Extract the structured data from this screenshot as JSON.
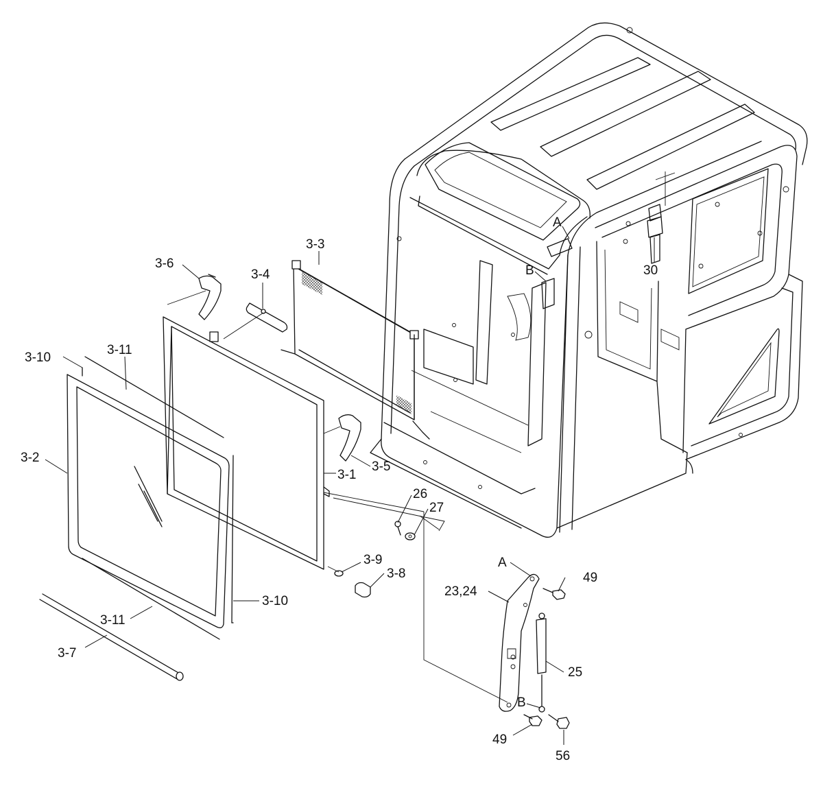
{
  "labels": {
    "p3_1": "3-1",
    "p3_2": "3-2",
    "p3_3": "3-3",
    "p3_4": "3-4",
    "p3_5": "3-5",
    "p3_6": "3-6",
    "p3_7": "3-7",
    "p3_8": "3-8",
    "p3_9": "3-9",
    "p3_10_top": "3-10",
    "p3_10_bottom": "3-10",
    "p3_11_top": "3-11",
    "p3_11_bottom": "3-11",
    "p23_24": "23,24",
    "p25": "25",
    "p26": "26",
    "p27": "27",
    "p30": "30",
    "p49_top": "49",
    "p49_bottom": "49",
    "p56": "56",
    "refA_cab": "A",
    "refB_cab": "B",
    "refA_bracket": "A",
    "refB_bracket": "B"
  }
}
